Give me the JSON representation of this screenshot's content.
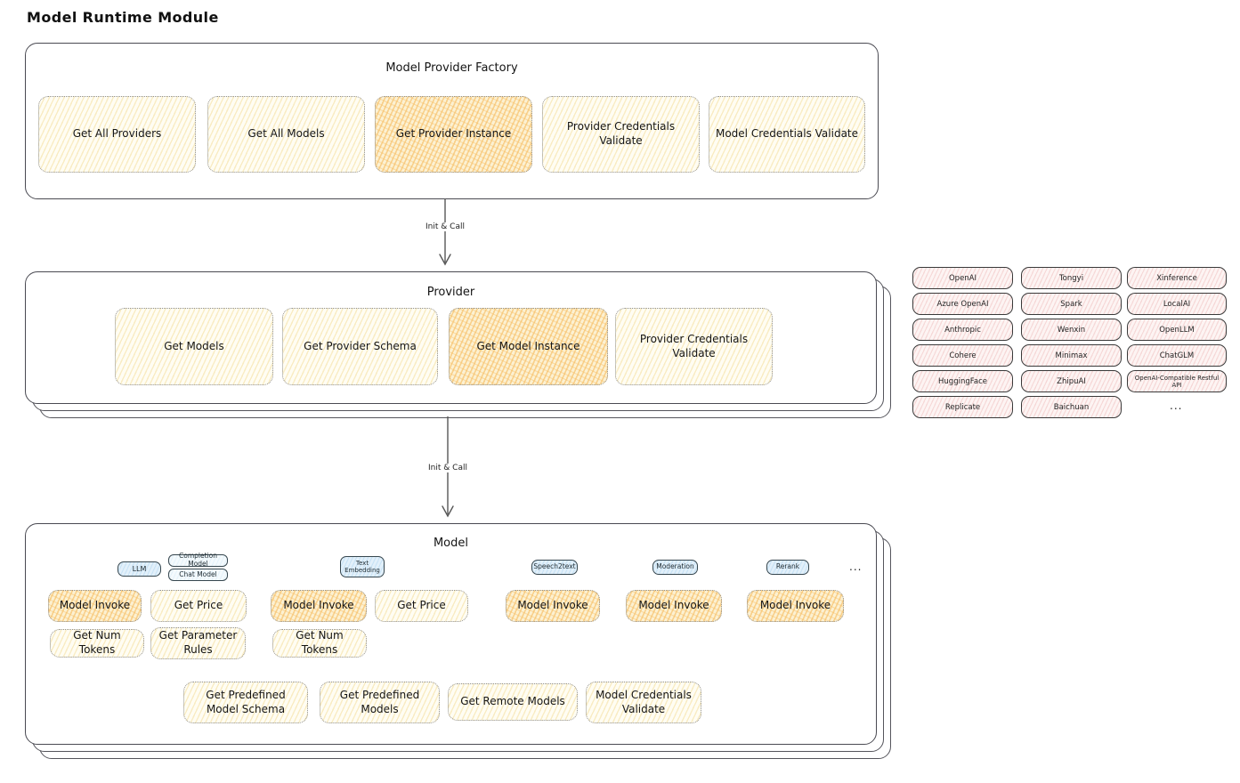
{
  "page_title": "Model Runtime Module",
  "arrows": {
    "arrow1_label": "Init & Call",
    "arrow2_label": "Init & Call"
  },
  "factory": {
    "title": "Model Provider Factory",
    "items": [
      {
        "label": "Get All Providers",
        "highlight": false
      },
      {
        "label": "Get All Models",
        "highlight": false
      },
      {
        "label": "Get Provider Instance",
        "highlight": true
      },
      {
        "label": "Provider Credentials Validate",
        "highlight": false
      },
      {
        "label": "Model Credentials Validate",
        "highlight": false
      }
    ]
  },
  "provider": {
    "title": "Provider",
    "items": [
      {
        "label": "Get Models",
        "highlight": false
      },
      {
        "label": "Get Provider Schema",
        "highlight": false
      },
      {
        "label": "Get Model Instance",
        "highlight": true
      },
      {
        "label": "Provider Credentials Validate",
        "highlight": false
      }
    ]
  },
  "providers_grid": {
    "col1": [
      "OpenAI",
      "Azure OpenAI",
      "Anthropic",
      "Cohere",
      "HuggingFace",
      "Replicate"
    ],
    "col2": [
      "Tongyi",
      "Spark",
      "Wenxin",
      "Minimax",
      "ZhipuAI",
      "Baichuan"
    ],
    "col3": [
      "Xinference",
      "LocalAI",
      "OpenLLM",
      "ChatGLM",
      "OpenAI-Compatible Restful API"
    ],
    "ellipsis": "..."
  },
  "model": {
    "title": "Model",
    "tags": {
      "llm": "LLM",
      "completion": "Completion Model",
      "chat": "Chat Model",
      "text_embedding": "Text Embedding",
      "speech2text": "Speech2text",
      "moderation": "Moderation",
      "rerank": "Rerank",
      "ellipsis": "..."
    },
    "functions": {
      "model_invoke": "Model Invoke",
      "get_price": "Get Price",
      "get_num_tokens": "Get Num Tokens",
      "get_parameter_rules": "Get Parameter Rules"
    },
    "bottom_row": [
      "Get Predefined Model Schema",
      "Get Predefined Models",
      "Get Remote Models",
      "Model Credentials Validate"
    ]
  },
  "colors": {
    "highlight_orange": "#f6ba5c",
    "light_yellow": "#fffdf3",
    "provider_pink": "#fdf4f3",
    "tag_blue": "#e2f0fa",
    "stroke_dark": "#4a4a52"
  }
}
